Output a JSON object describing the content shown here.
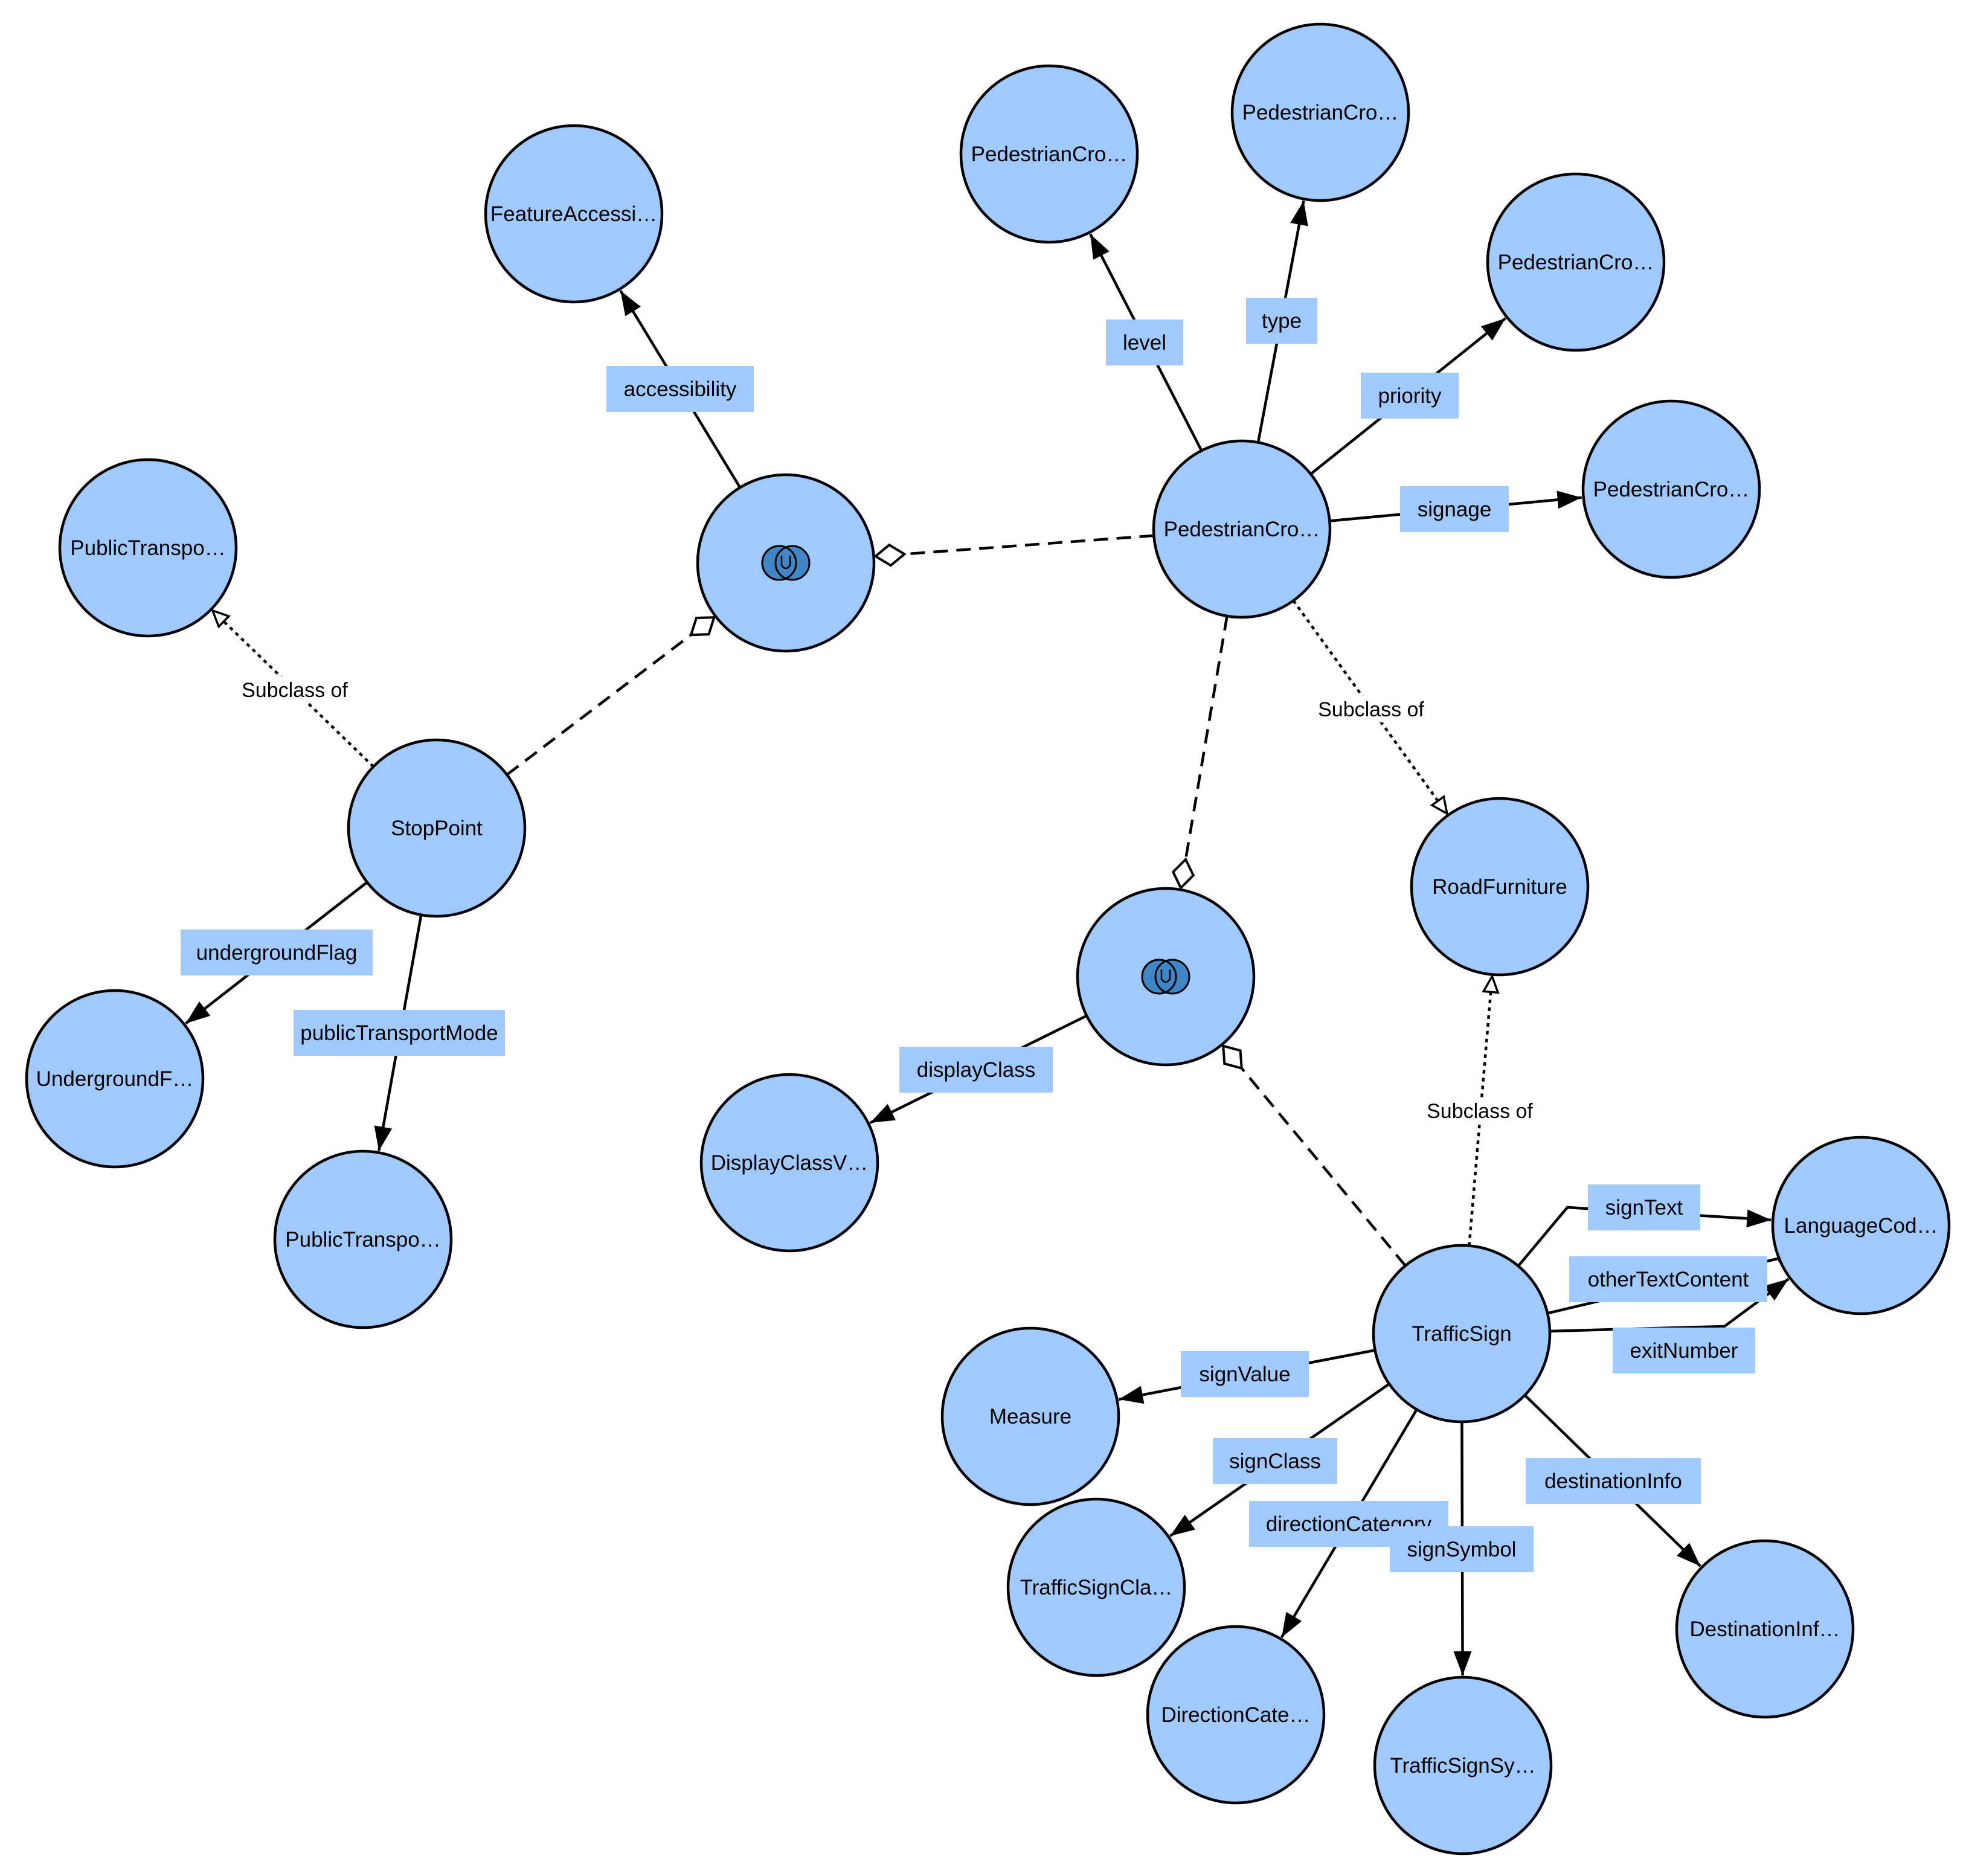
{
  "nodes": [
    {
      "id": "feature-accessibility",
      "label": "FeatureAccessi…"
    },
    {
      "id": "public-transport-top",
      "label": "PublicTranspo…"
    },
    {
      "id": "union-1",
      "label": "",
      "union": true
    },
    {
      "id": "pedestrian-crossing-main",
      "label": "PedestrianCro…"
    },
    {
      "id": "pedestrian-crossing-level",
      "label": "PedestrianCro…"
    },
    {
      "id": "pedestrian-crossing-type",
      "label": "PedestrianCro…"
    },
    {
      "id": "pedestrian-crossing-priority",
      "label": "PedestrianCro…"
    },
    {
      "id": "pedestrian-crossing-signage",
      "label": "PedestrianCro…"
    },
    {
      "id": "stop-point",
      "label": "StopPoint"
    },
    {
      "id": "underground-flag",
      "label": "UndergroundF…"
    },
    {
      "id": "public-transport-mode",
      "label": "PublicTranspo…"
    },
    {
      "id": "road-furniture",
      "label": "RoadFurniture"
    },
    {
      "id": "union-2",
      "label": "",
      "union": true
    },
    {
      "id": "display-class",
      "label": "DisplayClassV…"
    },
    {
      "id": "traffic-sign",
      "label": "TrafficSign"
    },
    {
      "id": "language-code",
      "label": "LanguageCod…"
    },
    {
      "id": "measure",
      "label": "Measure"
    },
    {
      "id": "traffic-sign-class",
      "label": "TrafficSignCla…"
    },
    {
      "id": "direction-category",
      "label": "DirectionCate…"
    },
    {
      "id": "traffic-sign-symbol",
      "label": "TrafficSignSy…"
    },
    {
      "id": "destination-info",
      "label": "DestinationInf…"
    }
  ],
  "edges": [
    {
      "id": "accessibility",
      "from": "union-1",
      "to": "feature-accessibility",
      "label": "accessibility",
      "style": "solid"
    },
    {
      "id": "level",
      "from": "pedestrian-crossing-main",
      "to": "pedestrian-crossing-level",
      "label": "level",
      "style": "solid"
    },
    {
      "id": "type",
      "from": "pedestrian-crossing-main",
      "to": "pedestrian-crossing-type",
      "label": "type",
      "style": "solid"
    },
    {
      "id": "priority",
      "from": "pedestrian-crossing-main",
      "to": "pedestrian-crossing-priority",
      "label": "priority",
      "style": "solid"
    },
    {
      "id": "signage",
      "from": "pedestrian-crossing-main",
      "to": "pedestrian-crossing-signage",
      "label": "signage",
      "style": "solid"
    },
    {
      "id": "underground-flag-edge",
      "from": "stop-point",
      "to": "underground-flag",
      "label": "undergroundFlag",
      "style": "solid"
    },
    {
      "id": "public-transport-mode-edge",
      "from": "stop-point",
      "to": "public-transport-mode",
      "label": "publicTransportMode",
      "style": "solid"
    },
    {
      "id": "display-class-edge",
      "from": "union-2",
      "to": "display-class",
      "label": "displayClass",
      "style": "solid"
    },
    {
      "id": "sign-text",
      "from": "traffic-sign",
      "to": "language-code",
      "label": "signText",
      "style": "solid"
    },
    {
      "id": "other-text-content",
      "from": "traffic-sign",
      "to": "language-code",
      "label": "otherTextContent",
      "style": "solid"
    },
    {
      "id": "exit-number",
      "from": "traffic-sign",
      "to": "language-code",
      "label": "exitNumber",
      "style": "solid"
    },
    {
      "id": "sign-value",
      "from": "traffic-sign",
      "to": "measure",
      "label": "signValue",
      "style": "solid"
    },
    {
      "id": "sign-class",
      "from": "traffic-sign",
      "to": "traffic-sign-class",
      "label": "signClass",
      "style": "solid"
    },
    {
      "id": "direction-category-edge",
      "from": "traffic-sign",
      "to": "direction-category",
      "label": "directionCategory",
      "style": "solid"
    },
    {
      "id": "sign-symbol",
      "from": "traffic-sign",
      "to": "traffic-sign-symbol",
      "label": "signSymbol",
      "style": "solid"
    },
    {
      "id": "destination-info-edge",
      "from": "traffic-sign",
      "to": "destination-info",
      "label": "destinationInfo",
      "style": "solid"
    },
    {
      "id": "subclass-stoppoint",
      "from": "stop-point",
      "to": "public-transport-top",
      "label": "Subclass of",
      "style": "subclass"
    },
    {
      "id": "subclass-pedestrian",
      "from": "pedestrian-crossing-main",
      "to": "road-furniture",
      "label": "Subclass of",
      "style": "subclass"
    },
    {
      "id": "subclass-trafficsign",
      "from": "traffic-sign",
      "to": "road-furniture",
      "label": "Subclass of",
      "style": "subclass"
    },
    {
      "id": "union-1-pedestrian",
      "from": "pedestrian-crossing-main",
      "to": "union-1",
      "label": "",
      "style": "union"
    },
    {
      "id": "union-1-stoppoint",
      "from": "stop-point",
      "to": "union-1",
      "label": "",
      "style": "union"
    },
    {
      "id": "union-2-pedestrian",
      "from": "pedestrian-crossing-main",
      "to": "union-2",
      "label": "",
      "style": "union"
    },
    {
      "id": "union-2-trafficsign",
      "from": "traffic-sign",
      "to": "union-2",
      "label": "",
      "style": "union"
    }
  ]
}
